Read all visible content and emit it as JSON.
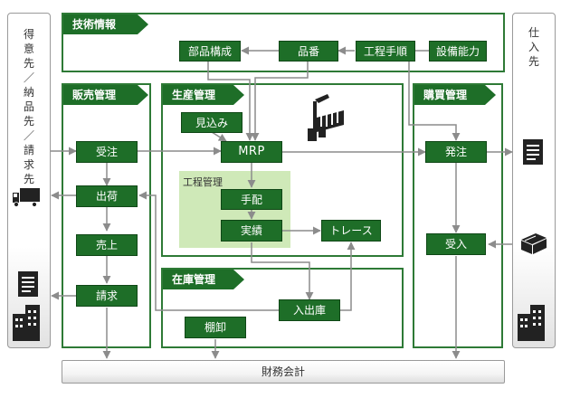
{
  "left_party": {
    "lines": [
      [
        "得",
        "意",
        "先"
      ],
      [
        "納",
        "品",
        "先"
      ],
      [
        "請",
        "求",
        "先"
      ]
    ],
    "separator": "／"
  },
  "right_party": {
    "chars": [
      "仕",
      "入",
      "先"
    ]
  },
  "sections": {
    "tech": "技術情報",
    "sales": "販売管理",
    "production": "生産管理",
    "inventory": "在庫管理",
    "purchasing": "購買管理",
    "process": "工程管理"
  },
  "nodes": {
    "parts_structure": "部品構成",
    "part_number": "品番",
    "process_procedure": "工程手順",
    "equipment_capacity": "設備能力",
    "estimate": "見込み",
    "order_received": "受注",
    "mrp": "MRP",
    "purchase_order": "発注",
    "shipping": "出荷",
    "arrangement": "手配",
    "sales": "売上",
    "actual": "実績",
    "trace": "トレース",
    "receiving": "受入",
    "billing": "請求",
    "stock_in_out": "入出庫",
    "stocktaking": "棚卸"
  },
  "footer": "財務会計",
  "colors": {
    "dark_green": "#1e6e28",
    "panel_border": "#2e7a36",
    "process_highlight": "#cfe9b8",
    "arrow": "#8c8c8c",
    "icon": "#222222"
  },
  "icons": [
    "truck-icon",
    "document-icon",
    "building-icon",
    "factory-icon",
    "box-icon"
  ]
}
